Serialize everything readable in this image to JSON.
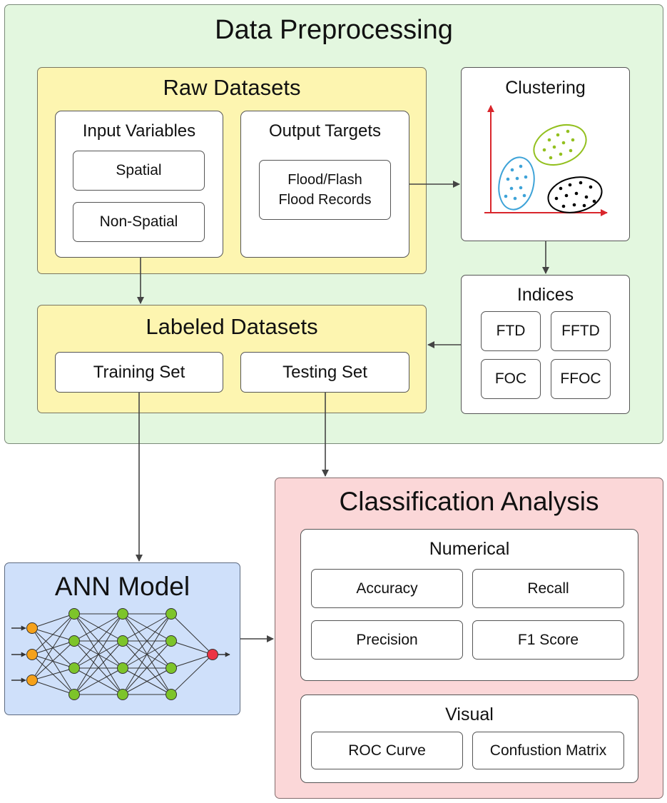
{
  "data_preprocessing": {
    "title": "Data Preprocessing",
    "raw_datasets": {
      "title": "Raw Datasets",
      "input_variables": {
        "title": "Input Variables",
        "items": [
          "Spatial",
          "Non-Spatial"
        ]
      },
      "output_targets": {
        "title": "Output Targets",
        "record_line1": "Flood/Flash",
        "record_line2": "Flood Records"
      }
    },
    "clustering": {
      "title": "Clustering"
    },
    "indices": {
      "title": "Indices",
      "items": [
        "FTD",
        "FFTD",
        "FOC",
        "FFOC"
      ]
    },
    "labeled_datasets": {
      "title": "Labeled Datasets",
      "items": [
        "Training Set",
        "Testing Set"
      ]
    }
  },
  "ann_model": {
    "title": "ANN Model"
  },
  "classification_analysis": {
    "title": "Classification Analysis",
    "numerical": {
      "title": "Numerical",
      "items": [
        "Accuracy",
        "Recall",
        "Precision",
        "F1 Score"
      ]
    },
    "visual": {
      "title": "Visual",
      "items": [
        "ROC Curve",
        "Confustion Matrix"
      ]
    }
  },
  "colors": {
    "preprocessing_bg": "#e3f7df",
    "datasets_bg": "#fdf5b0",
    "ann_bg": "#cfe0fa",
    "classification_bg": "#fbd7d8",
    "cluster_blue": "#3ea3d8",
    "cluster_green": "#93c01f",
    "cluster_black": "#000000",
    "axis_red": "#d9262c",
    "neuron_input": "#f5a11a",
    "neuron_hidden": "#7dc42a",
    "neuron_output": "#ec3344"
  }
}
